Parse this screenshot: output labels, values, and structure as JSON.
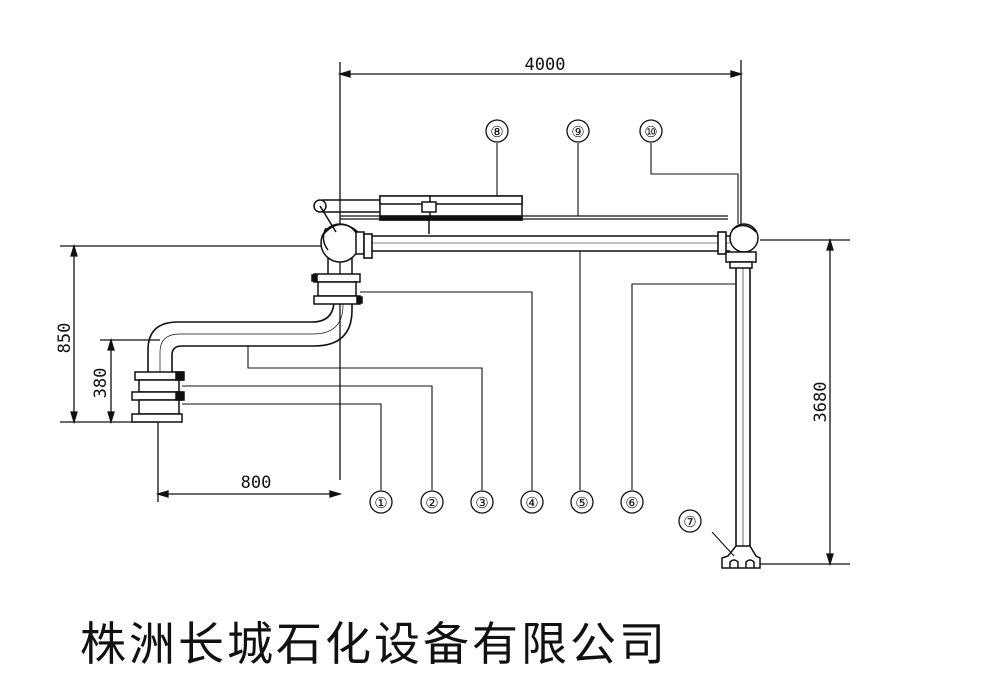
{
  "dimensions": {
    "top_span": "4000",
    "left_span": "800",
    "left_height_total": "850",
    "left_height_inner": "380",
    "right_height": "3680"
  },
  "callouts": [
    "①",
    "②",
    "③",
    "④",
    "⑤",
    "⑥",
    "⑦",
    "⑧",
    "⑨",
    "⑩"
  ],
  "company_name": "株洲长城石化设备有限公司"
}
